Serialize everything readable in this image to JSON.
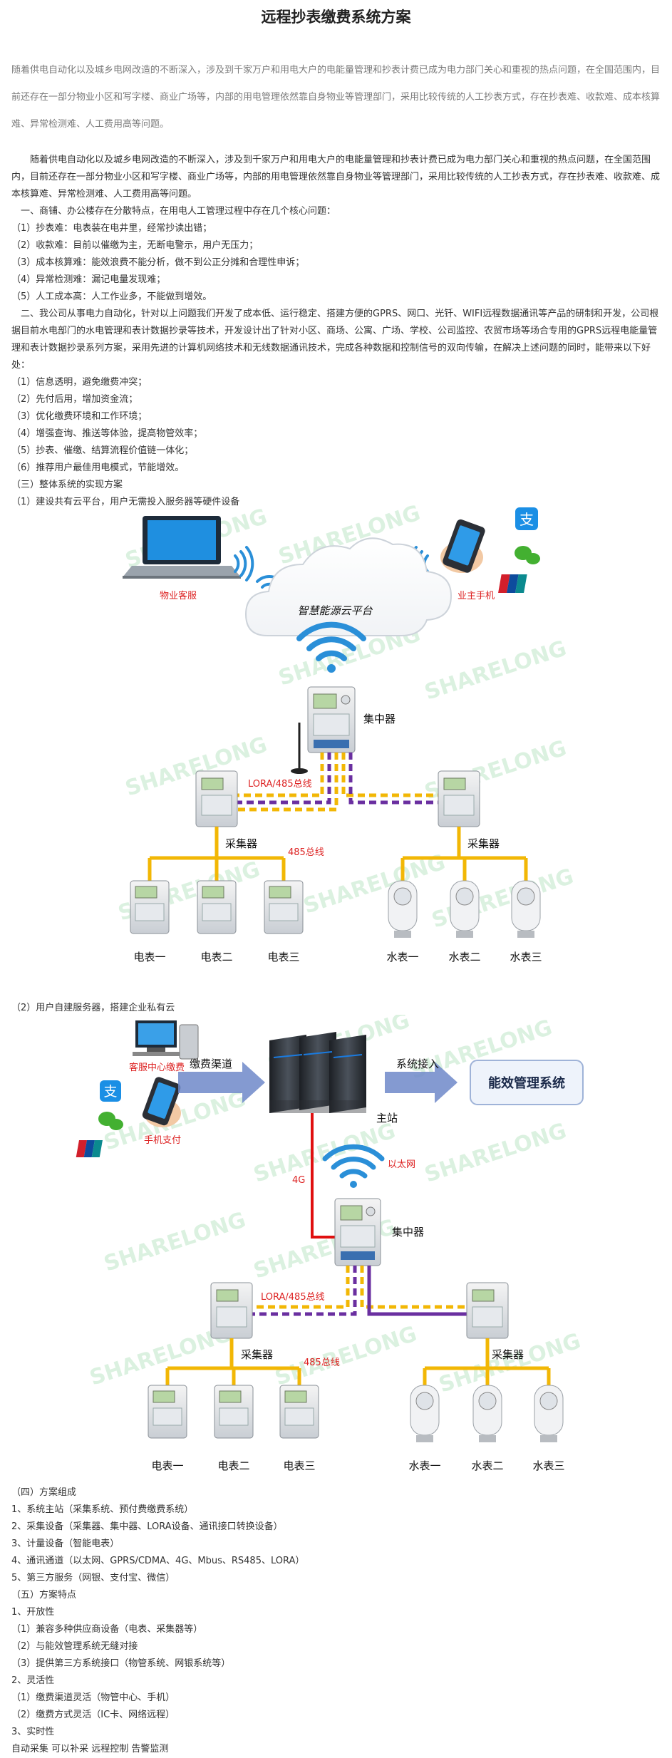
{
  "title": "远程抄表缴费系统方案",
  "summary": "随着供电自动化以及城乡电网改造的不断深入，涉及到千家万户和用电大户的电能量管理和抄表计费已成为电力部门关心和重视的热点问题，在全国范围内，目前还存在一部分物业小区和写字楼、商业广场等，内部的用电管理依然靠自身物业等管理部门，采用比较传统的人工抄表方式，存在抄表难、收款难、成本核算难、异常检测难、人工费用高等问题。",
  "paragraphs": [
    "　　随着供电自动化以及城乡电网改造的不断深入，涉及到千家万户和用电大户的电能量管理和抄表计费已成为电力部门关心和重视的热点问题，在全国范围内，目前还存在一部分物业小区和写字楼、商业广场等，内部的用电管理依然靠自身物业等管理部门，采用比较传统的人工抄表方式，存在抄表难、收款难、成本核算难、异常检测难、人工费用高等问题。",
    "　一、商铺、办公楼存在分散特点，在用电人工管理过程中存在几个核心问题：",
    "（1）抄表难：电表装在电井里，经常抄读出错；",
    "（2）收款难：目前以催缴为主，无断电警示，用户无压力；",
    "（3）成本核算难：能效浪费不能分析，做不到公正分摊和合理性申诉；",
    "（4）异常检测难：漏记电量发现难；",
    "（5）人工成本高：人工作业多，不能做到增效。",
    "　二、我公司从事电力自动化，针对以上问题我们开发了成本低、运行稳定、搭建方便的GPRS、网口、光钎、WIFI远程数据通讯等产品的研制和开发，公司根据目前水电部门的水电管理和表计数据抄录等技术，开发设计出了针对小区、商场、公寓、广场、学校、公司监控、农贸市场等场合专用的GPRS远程电能量管理和表计数据抄录系列方案，采用先进的计算机网络技术和无线数据通讯技术，完成各种数据和控制信号的双向传输，在解决上述问题的同时，能带来以下好处：",
    "（1）信息透明，避免缴费冲突；",
    "（2）先付后用，增加资金流；",
    "（3）优化缴费环境和工作环境；",
    "（4）增强查询、推送等体验，提高物管效率；",
    "（5）抄表、催缴、结算流程价值链一体化；",
    "（6）推荐用户最佳用电模式，节能增效。",
    "（三）整体系统的实现方案",
    "（1）建设共有云平台，用户无需投入服务器等硬件设备"
  ],
  "diagram1": {
    "pc_label": "物业客服",
    "phone_label": "业主手机",
    "cloud_label": "智慧能源云平台",
    "concentrator_label": "集中器",
    "bus_label": "LORA/485总线",
    "collector_left": "采集器",
    "collector_right": "采集器",
    "bus485": "485总线",
    "meters": [
      "电表一",
      "电表二",
      "电表三"
    ],
    "water_meters": [
      "水表一",
      "水表二",
      "水表三"
    ],
    "watermark": "SHARELONG"
  },
  "caption2": "（2）用户自建服务器，搭建企业私有云",
  "diagram2": {
    "service_label": "客服中心缴费",
    "channel_label": "缴费渠道",
    "system_access": "系统接入",
    "energy_system": "能效管理系统",
    "mobile_pay": "手机支付",
    "master_station": "主站",
    "ethernet": "以太网",
    "g4": "4G",
    "concentrator_label": "集中器",
    "bus_label": "LORA/485总线",
    "collector_left": "采集器",
    "collector_right": "采集器",
    "bus485": "485总线",
    "meters": [
      "电表一",
      "电表二",
      "电表三"
    ],
    "water_meters": [
      "水表一",
      "水表二",
      "水表三"
    ]
  },
  "bottom": [
    "（四）方案组成",
    "1、系统主站（采集系统、预付费缴费系统）",
    "2、采集设备（采集器、集中器、LORA设备、通讯接口转换设备）",
    "3、计量设备（智能电表）",
    "4、通讯通道（以太网、GPRS/CDMA、4G、Mbus、RS485、LORA）",
    "5、第三方服务（网银、支付宝、微信）",
    "（五）方案特点",
    "1、开放性",
    "（1）兼容多种供应商设备（电表、采集器等）",
    "（2）与能效管理系统无缝对接",
    "（3）提供第三方系统接口（物管系统、网银系统等）",
    "2、灵活性",
    "（1）缴费渠道灵活（物管中心、手机）",
    "（2）缴费方式灵活（IC卡、网络远程）",
    "3、实时性",
    "自动采集 可以补采 远程控制 告警监测"
  ],
  "colors": {
    "bus_yellow": "#f2b705",
    "bus_purple": "#6a2fa0",
    "line_red": "#e01010",
    "arrow_blue": "#6f88c9",
    "wifi_blue": "#2a8fd8"
  }
}
